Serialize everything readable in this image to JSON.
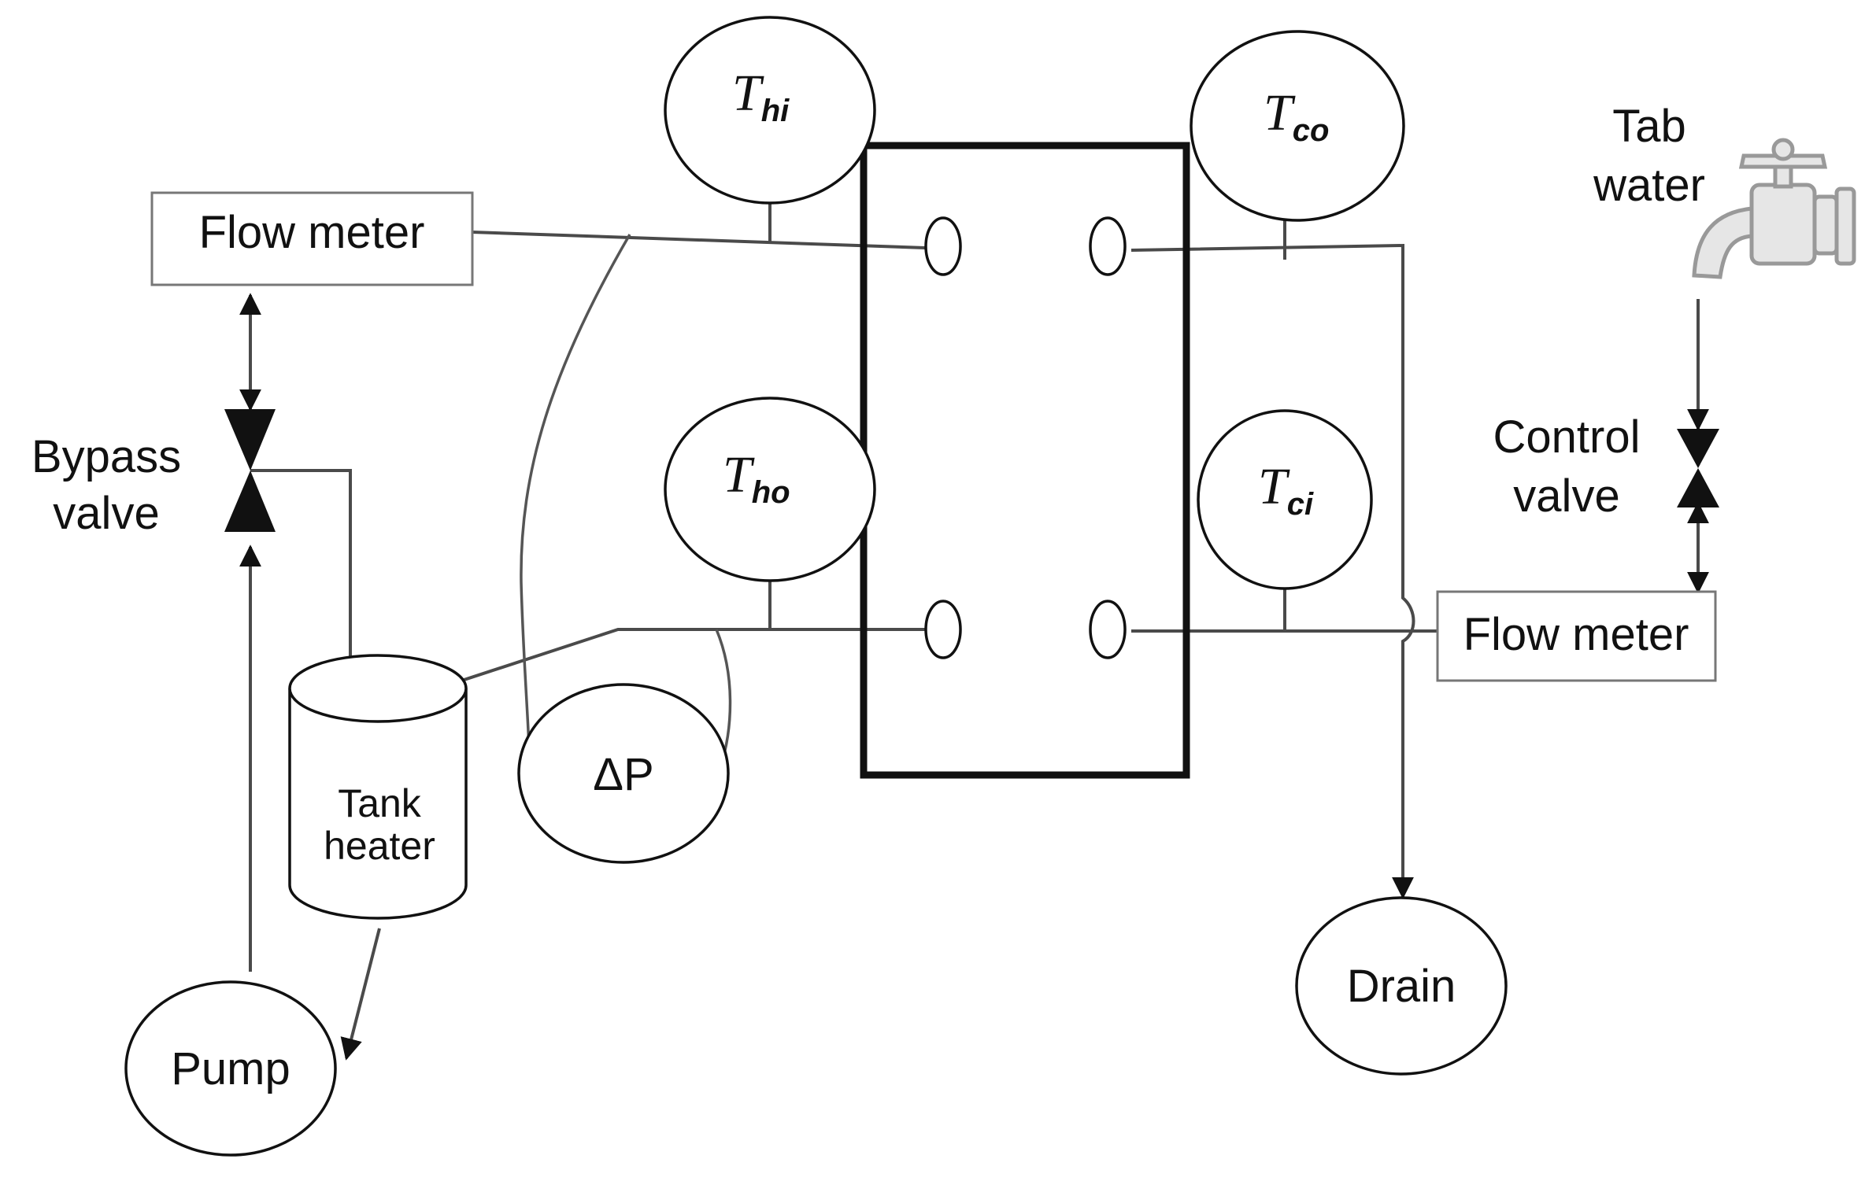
{
  "labels": {
    "flow_meter_hot": "Flow meter",
    "flow_meter_cold": "Flow meter",
    "bypass_valve_line1": "Bypass",
    "bypass_valve_line2": "valve",
    "tank_heater_line1": "Tank",
    "tank_heater_line2": "heater",
    "pump": "Pump",
    "delta_p": "ΔP",
    "drain": "Drain",
    "tab_water_line1": "Tab",
    "tab_water_line2": "water",
    "control_valve_line1": "Control",
    "control_valve_line2": "valve"
  },
  "sensors": {
    "t_hi": {
      "symbol": "T",
      "sub": "hi"
    },
    "t_ho": {
      "symbol": "T",
      "sub": "ho"
    },
    "t_co": {
      "symbol": "T",
      "sub": "co"
    },
    "t_ci": {
      "symbol": "T",
      "sub": "ci"
    }
  }
}
